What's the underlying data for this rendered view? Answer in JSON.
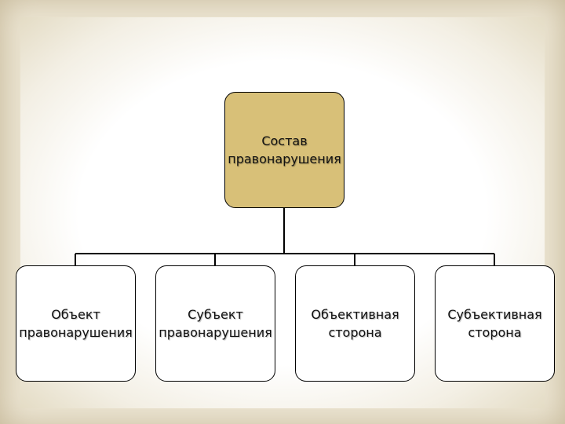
{
  "diagram": {
    "root": {
      "label": "Состав\nправонарушения"
    },
    "children": [
      {
        "label": "Объект\nправонарушения"
      },
      {
        "label": "Субъект\nправонарушения"
      },
      {
        "label": "Объективная\nсторона"
      },
      {
        "label": "Субъективная\nсторона"
      }
    ]
  },
  "colors": {
    "root_fill": "#d8c078",
    "child_fill": "#ffffff",
    "border": "#000000",
    "frame": "#c8bb9b"
  }
}
